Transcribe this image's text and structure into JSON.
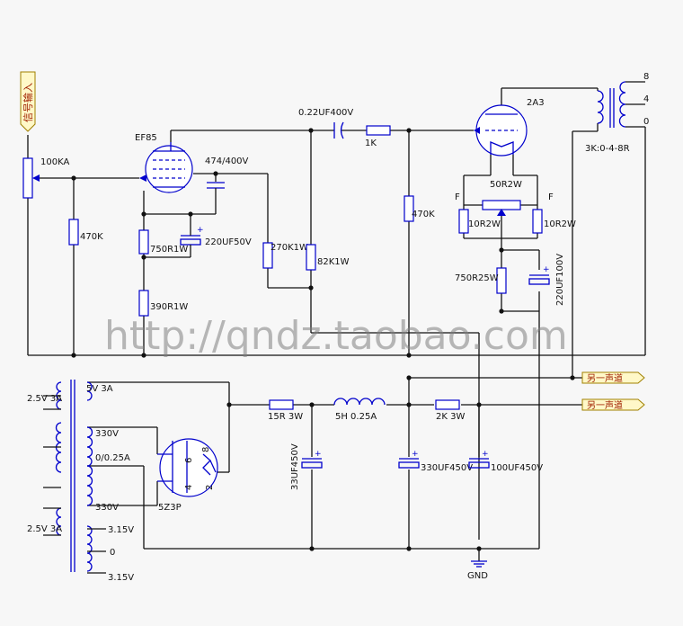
{
  "labels": {
    "signal_input": "信号输入",
    "pot": "100KA",
    "r_470k_in": "470K",
    "tube_ef85": "EF85",
    "cap_474": "474/400V",
    "cap_220uf50v": "220UF50V",
    "r_750r1w": "750R1W",
    "r_390r1w": "390R1W",
    "r_270k1w": "270K1W",
    "r_82k1w": "82K1W",
    "cap_022uf": "0.22UF400V",
    "r_1k": "1K",
    "r_470k_grid": "470K",
    "tube_2a3": "2A3",
    "r_50r2w": "50R2W",
    "f_left": "F",
    "f_right": "F",
    "r_10r2w_left": "10R2W",
    "r_10r2w_right": "10R2W",
    "r_750r25w": "750R25W",
    "cap_220uf100v": "220UF100V",
    "ot_tap_8": "8",
    "ot_tap_4": "4",
    "ot_tap_0": "0",
    "ot": "3K:0-4-8R",
    "watermark": "http://qndz.taobao.com",
    "pt_25v_top": "2.5V 3A",
    "pt_5v": "5V 3A",
    "pt_330v_top": "330V",
    "pt_ct": "0/0.25A",
    "pt_330v_bot": "330V",
    "pt_25v_bot": "2.5V 3A",
    "pt_315_top": "3.15V",
    "pt_0": "0",
    "pt_315_bot": "3.15V",
    "rect_tube": "5Z3P",
    "pin_8": "8",
    "pin_6": "6",
    "pin_4": "4",
    "pin_2": "2",
    "r_15r3w": "15R 3W",
    "choke": "5H 0.25A",
    "r_2k3w": "2K 3W",
    "cap_33uf": "33UF450V",
    "cap_330uf": "330UF450V",
    "cap_100uf": "100UF450V",
    "gnd": "GND",
    "port_top": "另一声道",
    "port_bot": "另一声道"
  },
  "colors": {
    "component": "#0000cc",
    "wire": "#111111",
    "port_fill": "#fff8c8",
    "watermark": "#808080"
  }
}
